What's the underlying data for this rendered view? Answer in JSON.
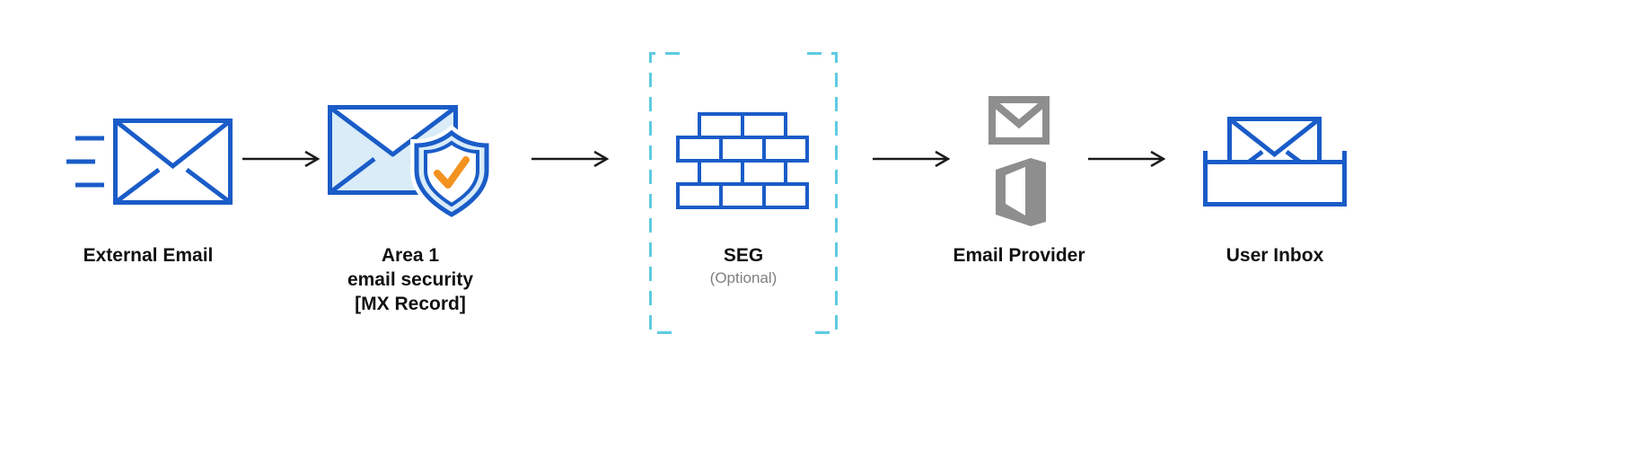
{
  "nodes": {
    "external_email": {
      "label": "External Email"
    },
    "area1": {
      "line1": "Area 1",
      "line2": "email security",
      "line3": "[MX Record]"
    },
    "seg": {
      "label": "SEG",
      "sublabel": "(Optional)"
    },
    "email_provider": {
      "label": "Email Provider"
    },
    "user_inbox": {
      "label": "User Inbox"
    }
  },
  "icons": {
    "external_email": "envelope-speed-lines-icon",
    "area1": "envelope-shield-check-icon",
    "seg": "firewall-brick-wall-icon",
    "email_provider": [
      "gmail-icon",
      "office-icon"
    ],
    "user_inbox": "inbox-tray-envelope-icon"
  },
  "colors": {
    "primary_blue": "#1a5cc8",
    "light_blue_fill": "#d9ecf8",
    "dashed_cyan": "#5ecbe2",
    "check_orange": "#f3921f",
    "icon_gray": "#8e8e8e",
    "label_text": "#111111",
    "sublabel_gray": "#7f7f7f",
    "arrow_black": "#1a1a1a"
  }
}
